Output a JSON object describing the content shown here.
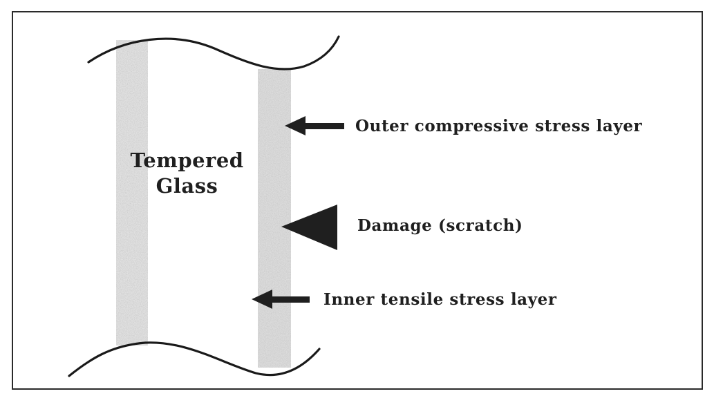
{
  "diagram": {
    "title_line1": "Tempered",
    "title_line2": "Glass",
    "labels": {
      "outer": "Outer compressive stress layer",
      "damage": "Damage (scratch)",
      "inner": "Inner tensile stress layer"
    }
  },
  "colors": {
    "ink": "#1f1f1f",
    "frame": "#2a2a2a",
    "stress_layer": "#bdbdbd",
    "background": "#ffffff"
  }
}
